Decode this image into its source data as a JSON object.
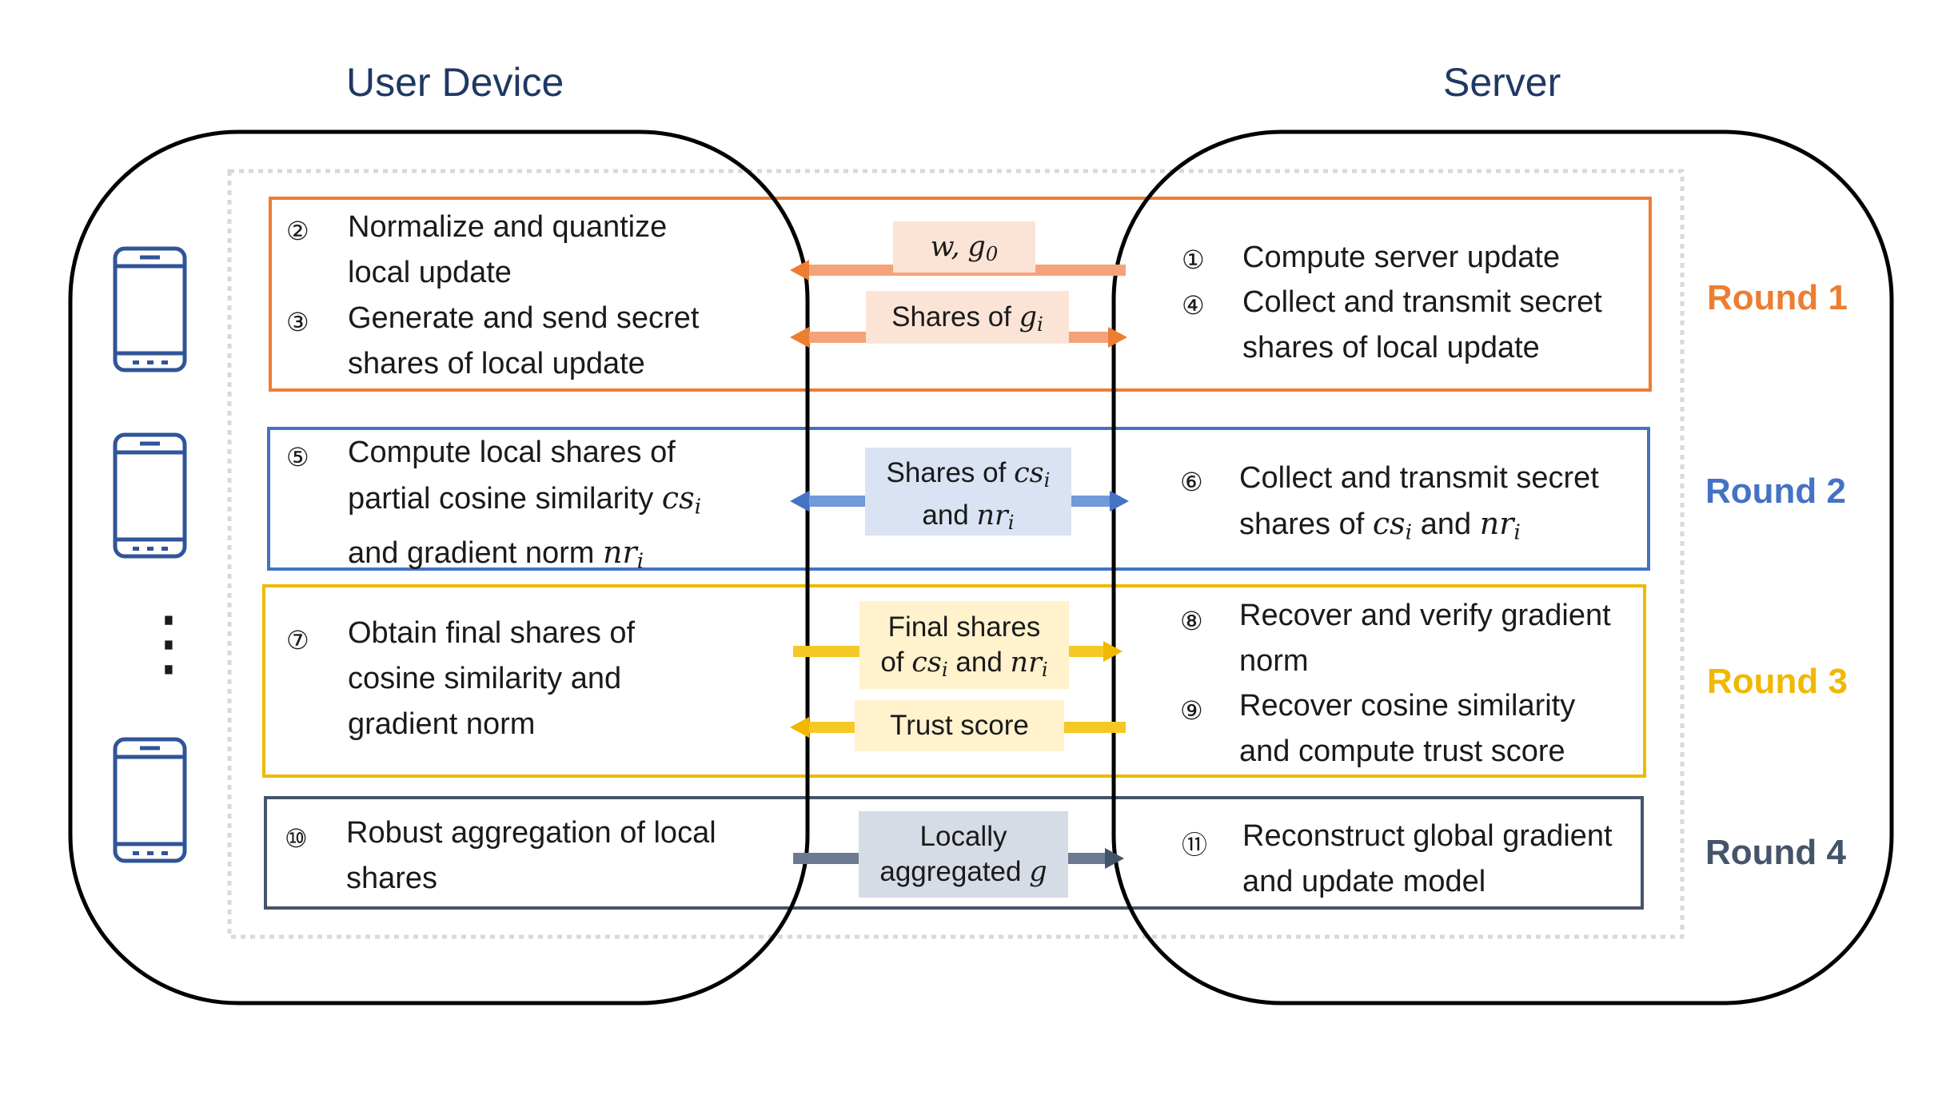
{
  "titles": {
    "user_device": "User Device",
    "server": "Server"
  },
  "rounds": [
    {
      "label": "Round 1",
      "color": "#ed7d31"
    },
    {
      "label": "Round 2",
      "color": "#4472c4"
    },
    {
      "label": "Round 3",
      "color": "#f0b800"
    },
    {
      "label": "Round 4",
      "color": "#44546a"
    }
  ],
  "steps": {
    "s1": {
      "num": "①",
      "lines": [
        "Compute server update"
      ]
    },
    "s2": {
      "num": "②",
      "lines": [
        "Normalize and quantize",
        "local update"
      ]
    },
    "s3": {
      "num": "③",
      "lines": [
        "Generate and send secret",
        "shares of local update"
      ]
    },
    "s4": {
      "num": "④",
      "lines": [
        "Collect and transmit secret",
        "shares of local update"
      ]
    },
    "s5": {
      "num": "⑤",
      "lines": [
        "Compute local shares of",
        "partial cosine similarity",
        "and gradient norm"
      ]
    },
    "s6": {
      "num": "⑥",
      "lines": [
        "Collect and transmit secret",
        "shares of",
        "and"
      ]
    },
    "s7": {
      "num": "⑦",
      "lines": [
        "Obtain final shares of",
        "cosine similarity and",
        "gradient norm"
      ]
    },
    "s8": {
      "num": "⑧",
      "lines": [
        "Recover and verify gradient",
        "norm"
      ]
    },
    "s9": {
      "num": "⑨",
      "lines": [
        "Recover cosine similarity",
        "and compute trust score"
      ]
    },
    "s10": {
      "num": "⑩",
      "lines": [
        "Robust aggregation of local",
        "shares"
      ]
    },
    "s11": {
      "num": "⑪",
      "lines": [
        "Reconstruct global gradient",
        "and update model"
      ]
    }
  },
  "arrows": {
    "a1": {
      "text": "w,",
      "math": [
        "g",
        "0"
      ]
    },
    "a2": {
      "text": "Shares of",
      "math": [
        "g",
        "i"
      ]
    },
    "a3": {
      "line1": "Shares of",
      "line2": "and",
      "math1": [
        "cs",
        "i"
      ],
      "math2": [
        "nr",
        "i"
      ]
    },
    "a4": {
      "line1": "Final shares",
      "line2_pre": "of",
      "line2_mid": "and"
    },
    "a5": {
      "text": "Trust score"
    },
    "a6": {
      "line1": "Locally",
      "line2": "aggregated",
      "var": "g"
    }
  },
  "ellipsis": "⋮"
}
